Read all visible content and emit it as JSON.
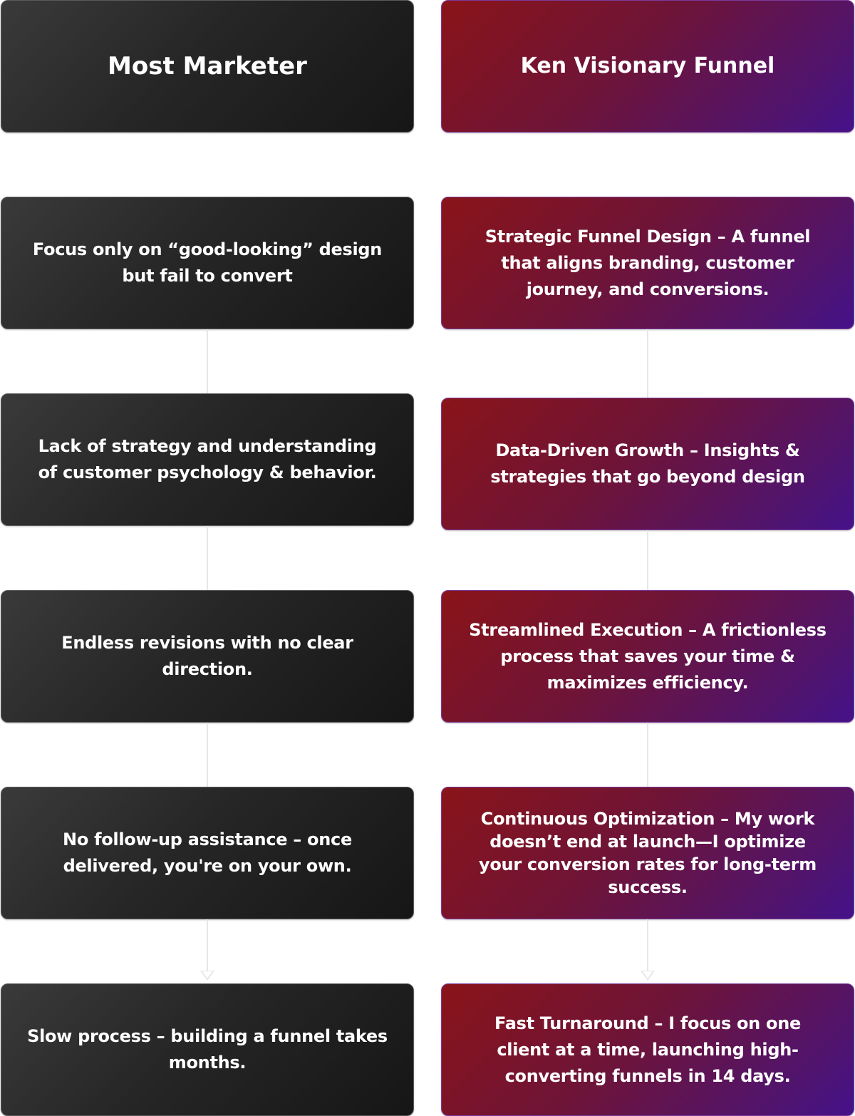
{
  "left_column": {
    "header": "Most Marketer",
    "items": [
      "Focus only on “good-looking” design but fail to convert",
      "Lack of strategy and understanding of customer psychology & behavior.",
      "Endless revisions with no clear direction.",
      "No follow-up assistance – once delivered, you're on your own.",
      "Slow process – building a funnel takes months."
    ]
  },
  "right_column": {
    "header": "Ken Visionary Funnel",
    "items": [
      "Strategic Funnel Design – A funnel that aligns branding, customer journey, and conversions.",
      "Data-Driven Growth – Insights & strategies that go beyond design",
      "Streamlined Execution – A frictionless process that saves your time & maximizes efficiency.",
      "Continuous Optimization – My work doesn’t end at launch—I optimize your conversion rates for long-term success.",
      "Fast Turnaround – I focus on one client at a time, launching high-converting funnels in 14 days."
    ]
  },
  "colors": {
    "dark_card": "#262626",
    "gradient_start": "#8a1419",
    "gradient_end": "#44128a",
    "connector": "#e6e6e6"
  }
}
